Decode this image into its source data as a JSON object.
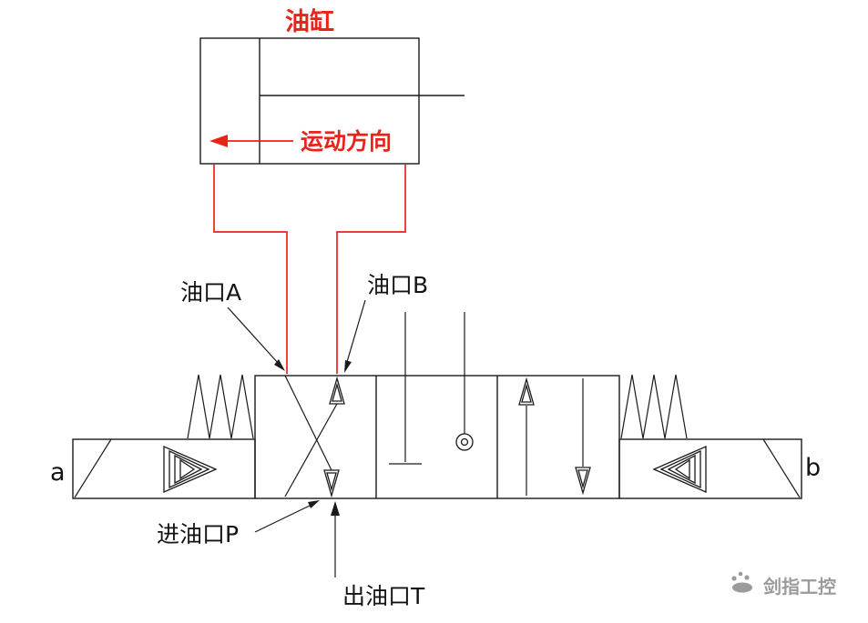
{
  "diagram": {
    "cylinder_title": "油缸",
    "motion_direction_label": "运动方向",
    "port_a_label": "油口A",
    "port_b_label": "油口B",
    "inlet_p_label": "进油口P",
    "outlet_t_label": "出油口T",
    "solenoid_a_label": "a",
    "solenoid_b_label": "b"
  },
  "watermark": {
    "text": "剑指工控"
  },
  "colors": {
    "annotation_red": "#e8231a",
    "line_black": "#1a1a1a",
    "watermark_gray": "#9b9b9b",
    "background": "#ffffff"
  }
}
